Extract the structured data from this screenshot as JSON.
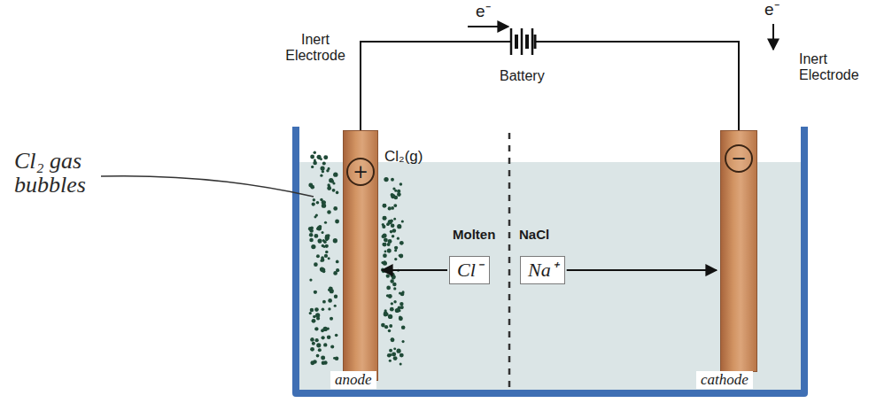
{
  "diagram": {
    "nodes": [
      {
        "text": [
          "+"
        ]
      },
      {
        "text": [
          "Cl⁻"
        ]
      },
      {
        "text": [
          "Na⁺"
        ]
      },
      {
        "text": [
          "−"
        ]
      }
    ],
    "edges": [
      {
        "from": 1,
        "to": 0,
        "arrow": "to"
      },
      {
        "from": 2,
        "to": 3,
        "arrow": "to"
      }
    ],
    "labels": [
      "e⁻",
      "e⁻",
      "Inert Electrode",
      "Battery",
      "Inert Electrode",
      "Cl₂(g)",
      "Molten",
      "NaCl",
      "Cl₂ gas bubbles",
      "anode",
      "cathode"
    ]
  }
}
